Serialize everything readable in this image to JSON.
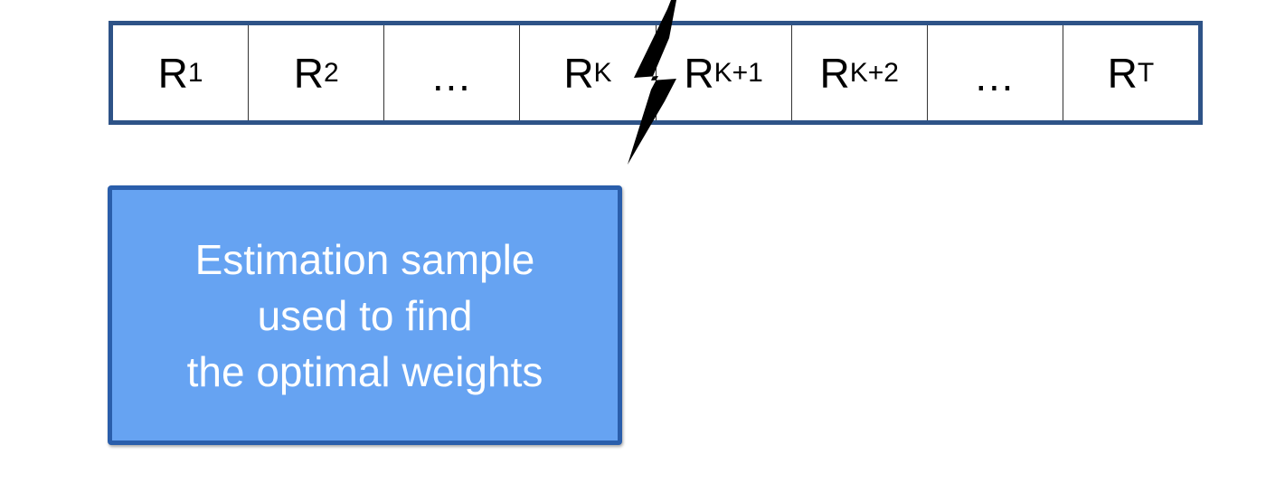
{
  "diagram": {
    "cells": [
      {
        "base": "R",
        "sub": "1"
      },
      {
        "base": "R",
        "sub": "2"
      },
      {
        "base": "…",
        "sub": ""
      },
      {
        "base": "R",
        "sub": "K"
      },
      {
        "base": "R",
        "sub": "K+1"
      },
      {
        "base": "R",
        "sub": "K+2"
      },
      {
        "base": "…",
        "sub": ""
      },
      {
        "base": "R",
        "sub": "T"
      }
    ],
    "break_icon": "lightning-bolt-icon",
    "sample_box": {
      "lines": [
        "Estimation sample",
        "used to find",
        "the optimal weights"
      ]
    }
  },
  "colors": {
    "strip_border": "#2e5387",
    "box_fill": "#66a3f2",
    "box_border": "#2a5eab",
    "box_text": "#ffffff",
    "bolt": "#000000"
  }
}
